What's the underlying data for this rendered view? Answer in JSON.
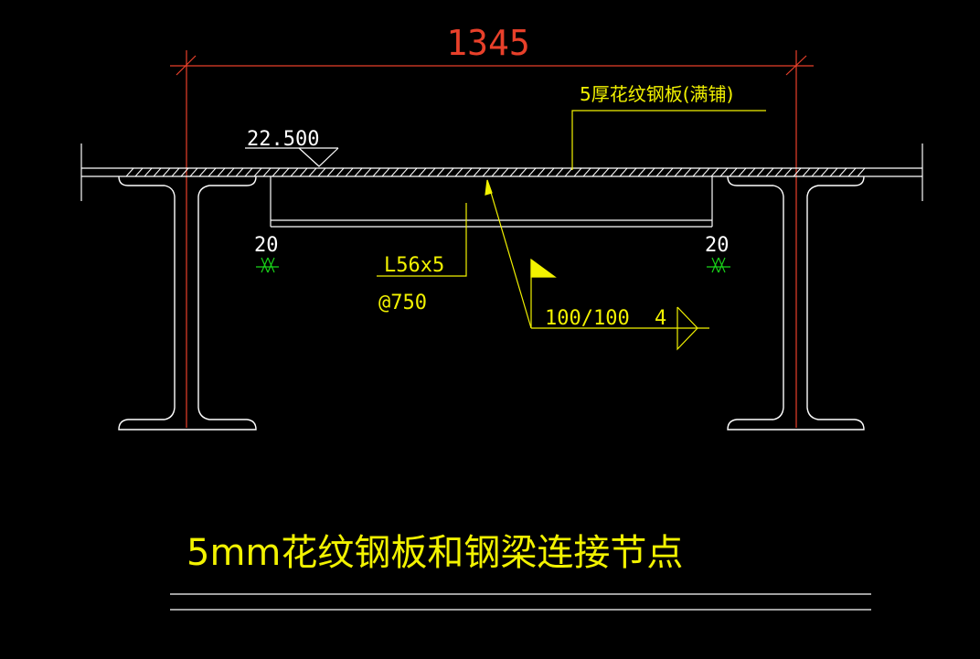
{
  "colors": {
    "background": "#000000",
    "dimension": "#e8402a",
    "outline": "#ffffff",
    "annotation": "#f2f200",
    "weld": "#19d219"
  },
  "dimension": {
    "span": "1345"
  },
  "plate_note": "5厚花纹钢板(满铺)",
  "elevation": "22.500",
  "angle": {
    "size": "L56x5",
    "spacing": "@750"
  },
  "weld_left": "20",
  "weld_right": "20",
  "weld_symbol": {
    "length": "100/100",
    "size": "4"
  },
  "title": "5mm花纹钢板和钢梁连接节点"
}
